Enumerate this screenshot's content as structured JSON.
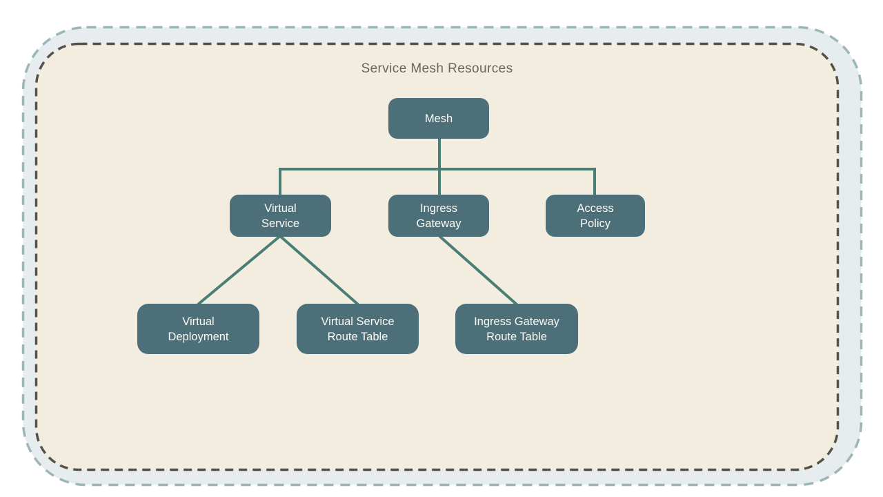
{
  "diagram": {
    "title": "Service Mesh Resources",
    "nodes": [
      {
        "id": "mesh",
        "label": [
          "Mesh"
        ]
      },
      {
        "id": "virtual-service",
        "label": [
          "Virtual",
          "Service"
        ]
      },
      {
        "id": "ingress-gateway",
        "label": [
          "Ingress",
          "Gateway"
        ]
      },
      {
        "id": "access-policy",
        "label": [
          "Access",
          "Policy"
        ]
      },
      {
        "id": "virtual-deployment",
        "label": [
          "Virtual",
          "Deployment"
        ]
      },
      {
        "id": "virtual-service-route-table",
        "label": [
          "Virtual Service",
          "Route Table"
        ]
      },
      {
        "id": "ingress-gateway-route-table",
        "label": [
          "Ingress Gateway",
          "Route Table"
        ]
      }
    ],
    "edges": [
      {
        "from": "mesh",
        "to": "virtual-service"
      },
      {
        "from": "mesh",
        "to": "ingress-gateway"
      },
      {
        "from": "mesh",
        "to": "access-policy"
      },
      {
        "from": "virtual-service",
        "to": "virtual-deployment"
      },
      {
        "from": "virtual-service",
        "to": "virtual-service-route-table"
      },
      {
        "from": "ingress-gateway",
        "to": "ingress-gateway-route-table"
      }
    ],
    "colors": {
      "node_fill": "#4d6f79",
      "node_text": "#fcfcf6",
      "connector": "#4a7e74",
      "outer_frame_fill": "#e7ecef",
      "outer_frame_border": "#9cb5b7",
      "inner_frame_fill": "#f2edde",
      "inner_frame_border": "#565148",
      "title_text": "#6a6459",
      "page_background": "#ffffff"
    }
  }
}
